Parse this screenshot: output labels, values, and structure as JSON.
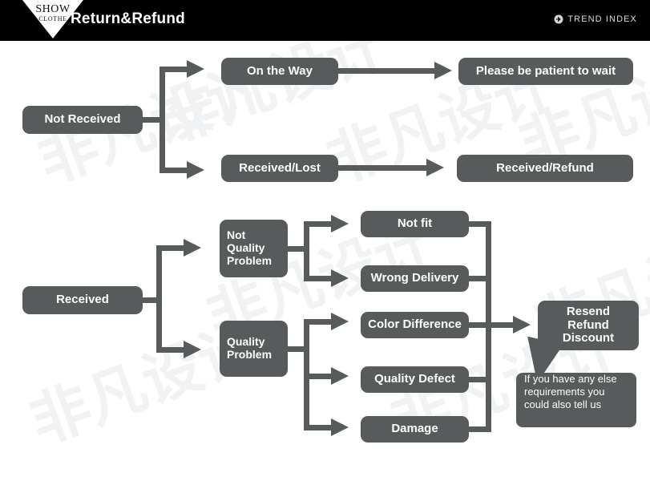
{
  "header": {
    "logo": {
      "line1": "SHOW",
      "line2": "CLOTHE",
      "icon": "triangle-logo"
    },
    "title": "Return&Refund",
    "brand": {
      "label": "TREND INDEX",
      "icon": "trend-index-icon"
    }
  },
  "watermark": {
    "text": "非凡设计"
  },
  "colors": {
    "header_bg": "#000000",
    "node_fill": "#575b5b",
    "node_text": "#ffffff",
    "connector": "#575b5b",
    "page_bg": "#ffffff",
    "watermark": "#f1f2f4"
  },
  "flow": {
    "branch_not_received": {
      "root": "Not Received",
      "children": [
        {
          "label": "On the Way",
          "outcome": "Please be patient to wait"
        },
        {
          "label": "Received/Lost",
          "outcome": "Received/Refund"
        }
      ]
    },
    "branch_received": {
      "root": "Received",
      "categories": [
        {
          "label": "Not\nQuality\nProblem",
          "line1": "Not",
          "line2": "Quality",
          "line3": "Problem",
          "reasons": [
            "Not fit",
            "Wrong Delivery"
          ]
        },
        {
          "label": "Quality\nProblem",
          "line1": "Quality",
          "line2": "Problem",
          "reasons": [
            "Color Difference",
            "Quality Defect",
            "Damage"
          ]
        }
      ],
      "resolution": {
        "line1": "Resend",
        "line2": "Refund",
        "line3": "Discount"
      },
      "note": {
        "line1": "If you have any else",
        "line2": "requirements you",
        "line3": "could also tell us"
      }
    }
  }
}
